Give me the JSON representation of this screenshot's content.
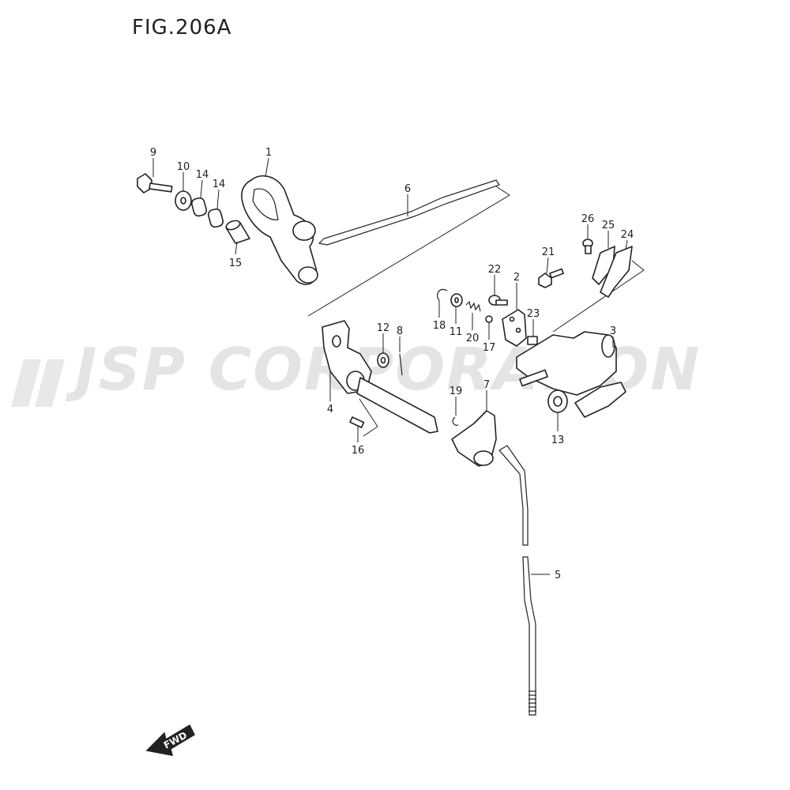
{
  "figure": {
    "title": "FIG.206A"
  },
  "watermark": {
    "text": "JSP CORPORATION"
  },
  "direction_marker": {
    "label": "FWD"
  },
  "callouts": [
    {
      "id": "c9",
      "label": "9"
    },
    {
      "id": "c10",
      "label": "10"
    },
    {
      "id": "c14a",
      "label": "14"
    },
    {
      "id": "c14b",
      "label": "14"
    },
    {
      "id": "c1",
      "label": "1"
    },
    {
      "id": "c15",
      "label": "15"
    },
    {
      "id": "c6",
      "label": "6"
    },
    {
      "id": "c26",
      "label": "26"
    },
    {
      "id": "c25",
      "label": "25"
    },
    {
      "id": "c24",
      "label": "24"
    },
    {
      "id": "c21",
      "label": "21"
    },
    {
      "id": "c22",
      "label": "22"
    },
    {
      "id": "c2",
      "label": "2"
    },
    {
      "id": "c23",
      "label": "23"
    },
    {
      "id": "c18",
      "label": "18"
    },
    {
      "id": "c11",
      "label": "11"
    },
    {
      "id": "c20",
      "label": "20"
    },
    {
      "id": "c17",
      "label": "17"
    },
    {
      "id": "c3",
      "label": "3"
    },
    {
      "id": "c12",
      "label": "12"
    },
    {
      "id": "c8",
      "label": "8"
    },
    {
      "id": "c4",
      "label": "4"
    },
    {
      "id": "c19",
      "label": "19"
    },
    {
      "id": "c7",
      "label": "7"
    },
    {
      "id": "c13",
      "label": "13"
    },
    {
      "id": "c16",
      "label": "16"
    },
    {
      "id": "c5",
      "label": "5"
    }
  ]
}
